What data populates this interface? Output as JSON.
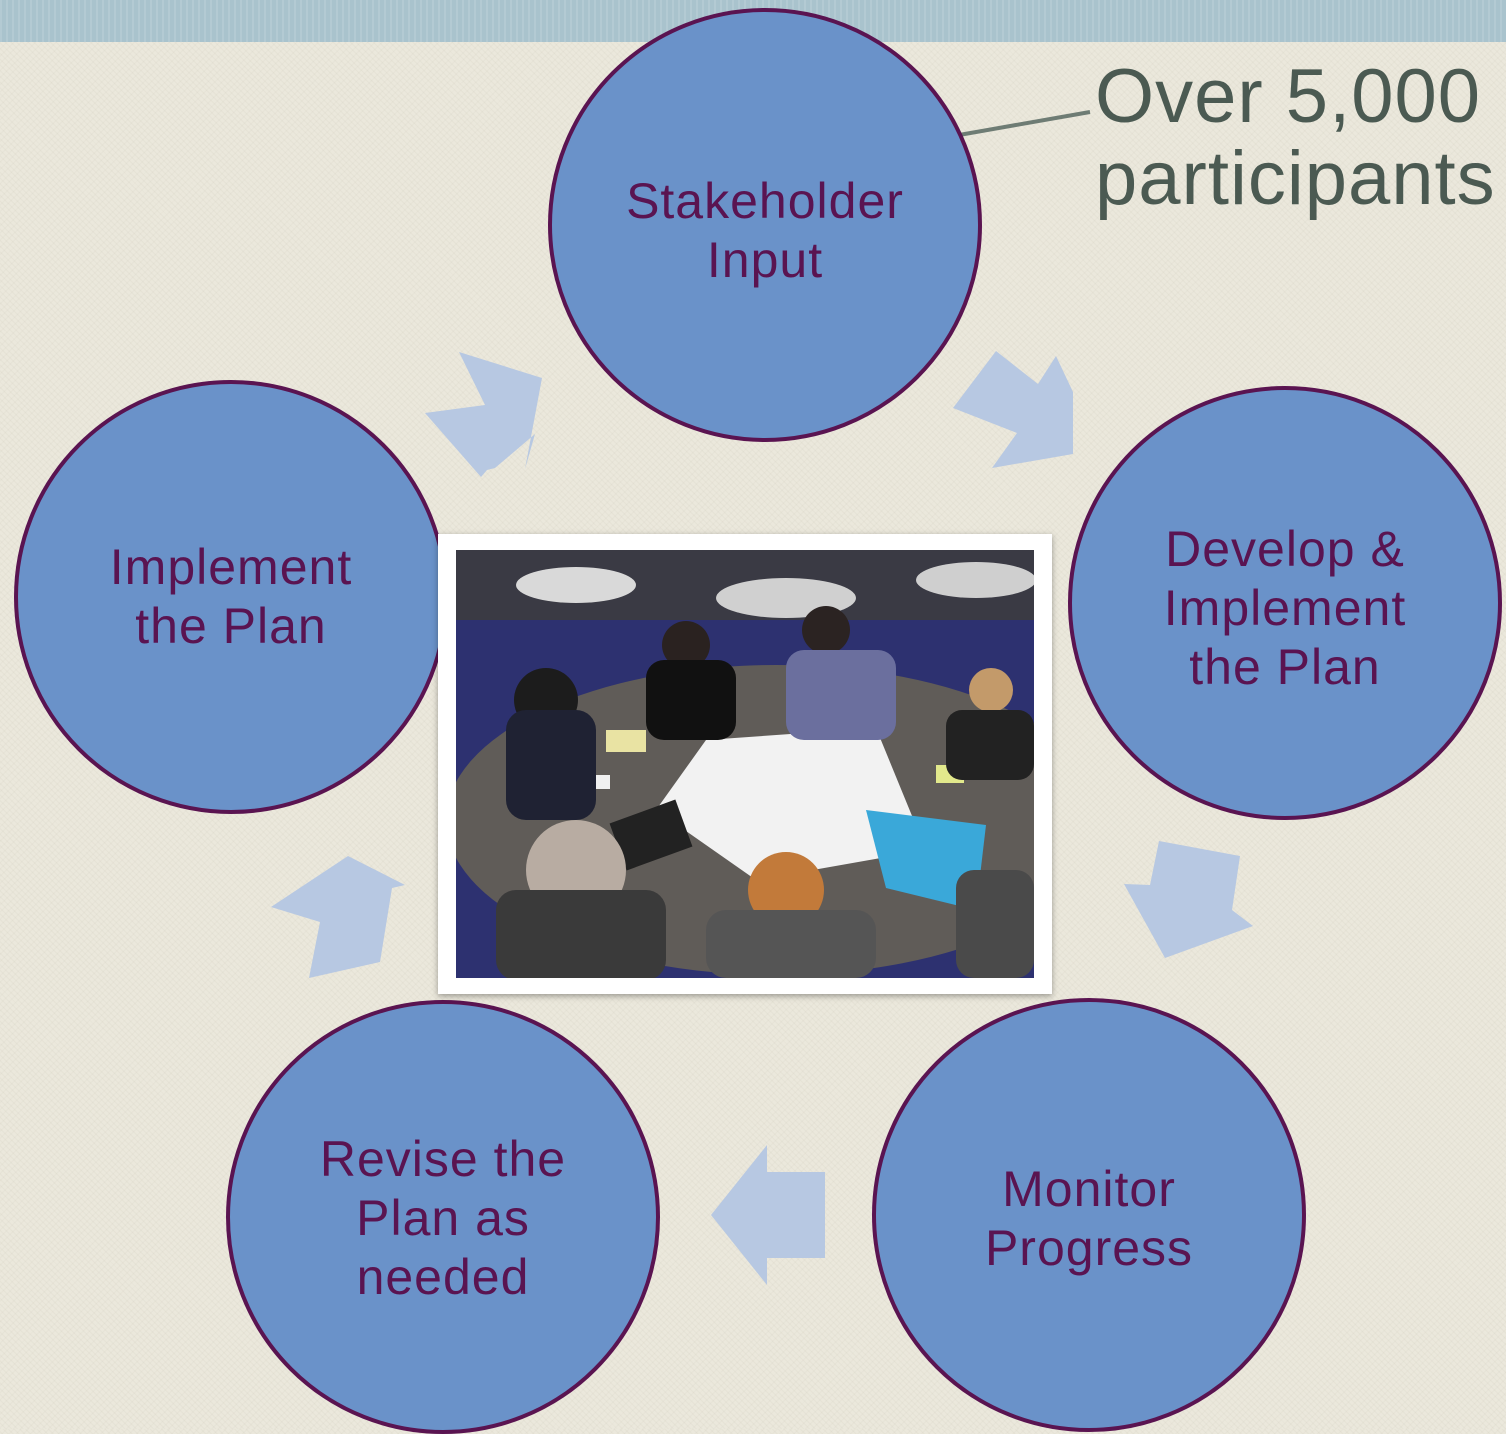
{
  "callout": {
    "text": "Over 5,000\nparticipants"
  },
  "cycle": [
    {
      "id": "stakeholder",
      "label": "Stakeholder\nInput"
    },
    {
      "id": "develop",
      "label": "Develop &\nImplement\nthe Plan"
    },
    {
      "id": "monitor",
      "label": "Monitor\nProgress"
    },
    {
      "id": "revise",
      "label": "Revise the\nPlan as\nneeded"
    },
    {
      "id": "implement",
      "label": "Implement\nthe Plan"
    }
  ],
  "photo": {
    "description_icon": "group-meeting-photo"
  },
  "colors": {
    "node_fill": "#6a92c9",
    "node_border": "#5a1451",
    "node_text": "#5a1451",
    "arrow": "#b7c8e2",
    "callout_text": "#4b5a52",
    "background": "#ebe8dc",
    "top_band": "#a9c3cd"
  }
}
